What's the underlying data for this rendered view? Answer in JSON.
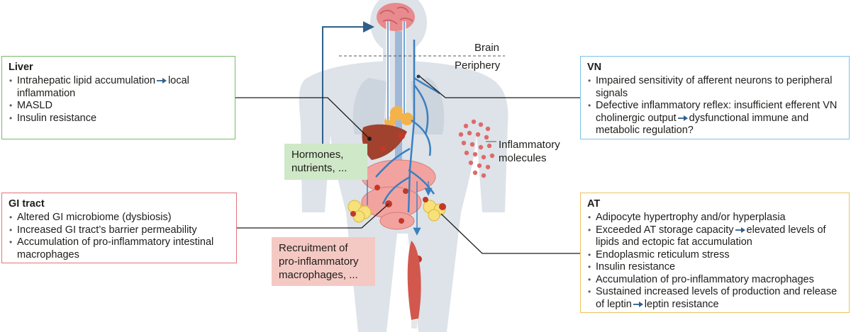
{
  "labels": {
    "brain": "Brain",
    "periphery": "Periphery",
    "hormones": "Hormones, nutrients, ...",
    "recruitment": "Recruitment of pro-inflammatory macrophages, ...",
    "inflammatory": "Inflammatory molecules"
  },
  "liver": {
    "title": "Liver",
    "items": [
      {
        "text": "Intrahepatic lipid accumulation",
        "arrow": true,
        "after": "local inflammation"
      },
      {
        "text": "MASLD"
      },
      {
        "text": "Insulin resistance"
      }
    ]
  },
  "gi": {
    "title": "GI tract",
    "items": [
      {
        "text": "Altered GI microbiome (dysbiosis)"
      },
      {
        "text": "Increased GI tract’s barrier permeability"
      },
      {
        "text": "Accumulation of pro-inflammatory intestinal macrophages"
      }
    ]
  },
  "vn": {
    "title": "VN",
    "items": [
      {
        "text": "Impaired sensitivity of afferent neurons to peripheral signals"
      },
      {
        "text": "Defective inflammatory reflex: insufficient efferent VN cholinergic output",
        "arrow": true,
        "after": "dysfunctional immune and metabolic regulation?"
      }
    ]
  },
  "at": {
    "title": "AT",
    "items": [
      {
        "text": "Adipocyte hypertrophy and/or hyperplasia"
      },
      {
        "text": "Exceeded AT storage capacity",
        "arrow": true,
        "after": "elevated levels of lipids and ectopic fat accumulation"
      },
      {
        "text": "Endoplasmic reticulum stress"
      },
      {
        "text": "Insulin resistance"
      },
      {
        "text": "Accumulation of pro-inflammatory macrophages"
      },
      {
        "text": "Sustained increased levels of production and release of leptin",
        "arrow": true,
        "after": "leptin resistance"
      }
    ]
  },
  "colors": {
    "liver_border": "#7ab86a",
    "gi_border": "#e2747a",
    "vn_border": "#7ec3e8",
    "at_border": "#eec25e",
    "arrow_blue": "#2f5f8a",
    "nerve_blue": "#3a7fc0",
    "body_silhouette": "#dde3e8"
  },
  "icons": [
    "brain-icon",
    "liver-icon",
    "intestine-icon",
    "adipose-tissue-icon",
    "muscle-icon",
    "macrophage-icon",
    "vagus-nerve-icon",
    "inflammatory-molecule-icon"
  ]
}
